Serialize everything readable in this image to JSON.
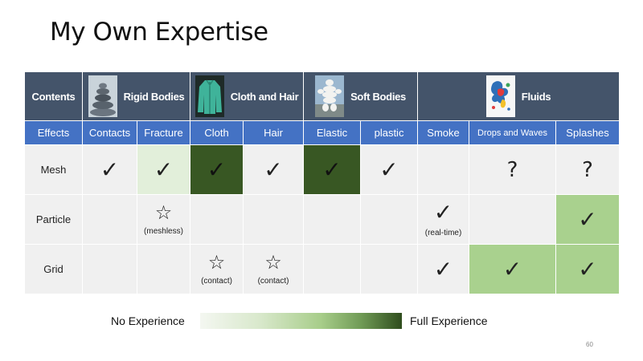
{
  "title": "My Own Expertise",
  "header": {
    "contents_label": "Contents",
    "categories": [
      {
        "label": "Rigid Bodies",
        "icon": "stacked-stones-icon"
      },
      {
        "label": "Cloth and Hair",
        "icon": "jacket-icon"
      },
      {
        "label": "Soft Bodies",
        "icon": "inflatable-mascot-icon"
      },
      {
        "label": "Fluids",
        "icon": "paint-splash-icon"
      }
    ]
  },
  "effects_row": {
    "label": "Effects",
    "items": [
      "Contacts",
      "Fracture",
      "Cloth",
      "Hair",
      "Elastic",
      "plastic",
      "Smoke",
      "Drops and Waves",
      "Splashes"
    ]
  },
  "rows": [
    {
      "label": "Mesh",
      "cells": [
        {
          "symbol": "✓",
          "note": ""
        },
        {
          "symbol": "✓",
          "note": ""
        },
        {
          "symbol": "✓",
          "note": ""
        },
        {
          "symbol": "✓",
          "note": ""
        },
        {
          "symbol": "✓",
          "note": ""
        },
        {
          "symbol": "✓",
          "note": ""
        },
        {
          "symbol": "",
          "note": ""
        },
        {
          "symbol": "?",
          "note": ""
        },
        {
          "symbol": "?",
          "note": ""
        }
      ]
    },
    {
      "label": "Particle",
      "cells": [
        {
          "symbol": "",
          "note": ""
        },
        {
          "symbol": "☆",
          "note": "(meshless)"
        },
        {
          "symbol": "",
          "note": ""
        },
        {
          "symbol": "",
          "note": ""
        },
        {
          "symbol": "",
          "note": ""
        },
        {
          "symbol": "",
          "note": ""
        },
        {
          "symbol": "✓",
          "note": "(real-time)"
        },
        {
          "symbol": "",
          "note": ""
        },
        {
          "symbol": "✓",
          "note": ""
        }
      ]
    },
    {
      "label": "Grid",
      "cells": [
        {
          "symbol": "",
          "note": ""
        },
        {
          "symbol": "",
          "note": ""
        },
        {
          "symbol": "☆",
          "note": "(contact)"
        },
        {
          "symbol": "☆",
          "note": "(contact)"
        },
        {
          "symbol": "",
          "note": ""
        },
        {
          "symbol": "",
          "note": ""
        },
        {
          "symbol": "✓",
          "note": ""
        },
        {
          "symbol": "✓",
          "note": ""
        },
        {
          "symbol": "✓",
          "note": ""
        }
      ]
    }
  ],
  "legend": {
    "low_label": "No Experience",
    "high_label": "Full Experience",
    "colors": {
      "low": "#f4f7f1",
      "high": "#2f4d1d"
    }
  },
  "page_number": "60",
  "colors": {
    "header_bg": "#44546a",
    "effects_bg": "#4472c4",
    "cell_bg": "#f0f0f0",
    "full": "#385723",
    "some": "#a9d18e",
    "little": "#e2efda"
  }
}
